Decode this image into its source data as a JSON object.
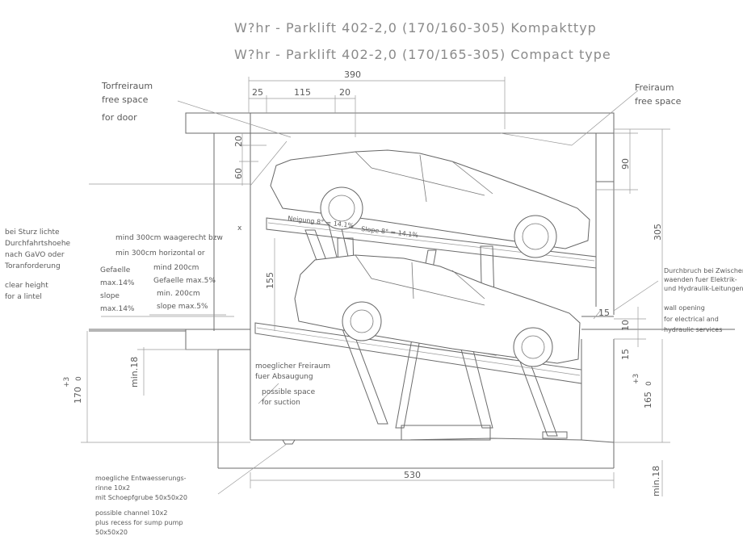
{
  "titles": {
    "de": "W?hr - Parklift 402-2,0 (170/160-305) Kompakttyp",
    "en": "W?hr - Parklift 402-2,0 (170/165-305) Compact type"
  },
  "labels": {
    "torfreiraum_de": "Torfreiraum",
    "torfreiraum_en1": "free space",
    "torfreiraum_en2": "for door",
    "freiraum_de": "Freiraum",
    "freiraum_en": "free space",
    "sturz_1": "bei Sturz lichte",
    "sturz_2": "Durchfahrtshoehe",
    "sturz_3": "nach GaVO oder",
    "sturz_4": "Toranforderung",
    "clear_1": "clear height",
    "clear_2": "for a lintel",
    "mind300_de": "mind 300cm waagerecht bzw",
    "mind300_en": "min 300cm horizontal or",
    "gef14_1": "Gefaelle",
    "gef14_2": "max.14%",
    "gef14_3": "slope",
    "gef14_4": "max.14%",
    "mind200_de": "mind 200cm",
    "gef5_de": "Gefaelle max.5%",
    "min200_en": "min. 200cm",
    "slope5_en": "slope max.5%",
    "neigung": "Neigung 8° = 14.1%",
    "slope8": "Slope 8° = 14.1%",
    "absaug_1": "moeglicher Freiraum",
    "absaug_2": "fuer Absaugung",
    "suction_1": "possible space",
    "suction_2": "for suction",
    "durchbruch_1": "Durchbruch bei Zwischen-",
    "durchbruch_2": "waenden fuer Elektrik-",
    "durchbruch_3": "und Hydraulik-Leitungen",
    "wall_1": "wall opening",
    "wall_2": "for electrical and",
    "wall_3": "hydraulic services",
    "rinne_1": "moegliche Entwaesserungs-",
    "rinne_2": "rinne 10x2",
    "rinne_3": "mit Schoepfgrube 50x50x20",
    "channel_1": "possible channel 10x2",
    "channel_2": "plus recess for sump pump",
    "channel_3": "50x50x20",
    "x_mark": "x"
  },
  "dimensions": {
    "d390": "390",
    "d25": "25",
    "d115": "115",
    "d20a": "20",
    "d20b": "20",
    "d60": "60",
    "d90": "90",
    "d305": "305",
    "d155": "155",
    "d15a": "15",
    "d10": "10",
    "d15b": "15",
    "d530": "530",
    "min18a": "min.18",
    "min18b": "min.18",
    "d170": "170",
    "d170_plus": "+3",
    "d170_zero": "0",
    "d165": "165",
    "d165_plus": "+3",
    "d165_zero": "0"
  }
}
